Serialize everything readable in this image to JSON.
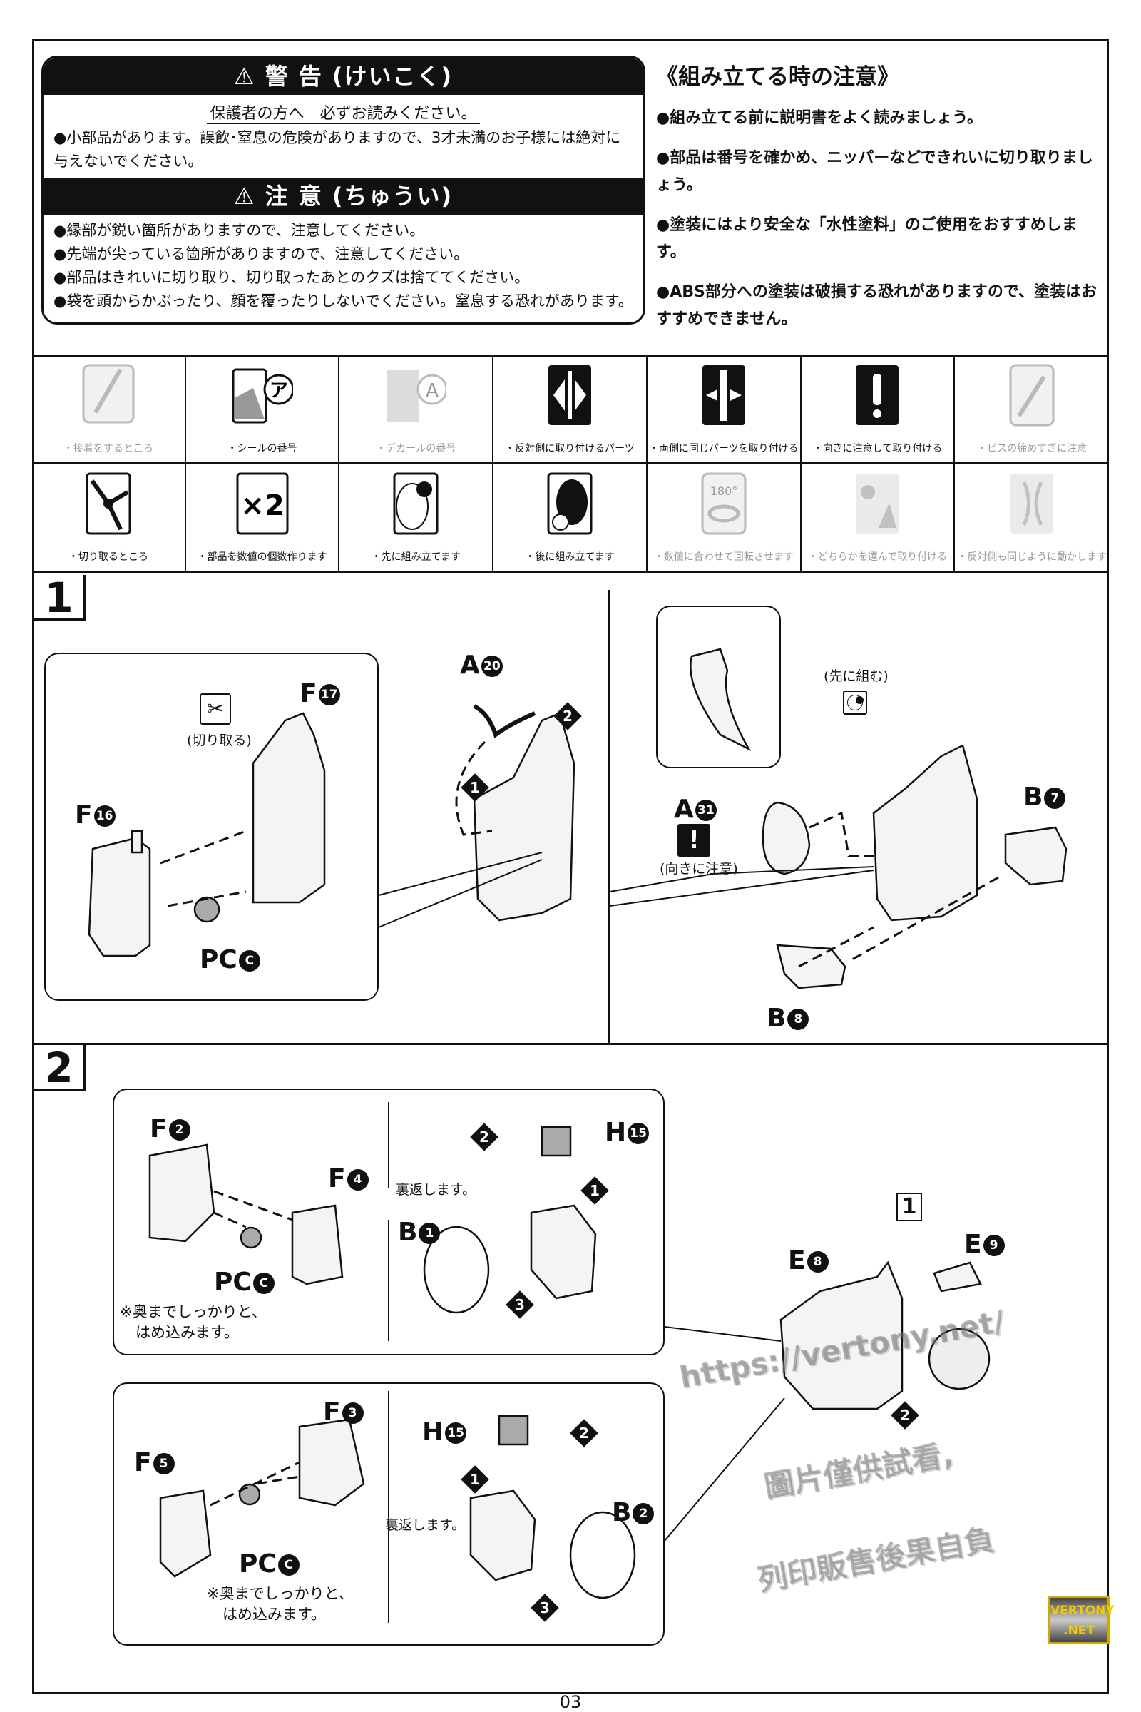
{
  "warning": {
    "title": "⚠ 警 告 (けいこく)",
    "subtitle": "保護者の方へ　必ずお読みください。",
    "text": "●小部品があります。誤飲･窒息の危険がありますので、3才未満のお子様には絶対に与えないでください。"
  },
  "caution": {
    "title": "⚠ 注 意 (ちゅうい)",
    "items": [
      "●縁部が鋭い箇所がありますので、注意してください。",
      "●先端が尖っている箇所がありますので、注意してください。",
      "●部品はきれいに切り取り、切り取ったあとのクズは捨ててください。",
      "●袋を頭からかぶったり、顔を覆ったりしないでください。窒息する恐れがあります。"
    ]
  },
  "assembly_notes": {
    "title": "《組み立てる時の注意》",
    "items": [
      "●組み立てる前に説明書をよく読みましょう。",
      "●部品は番号を確かめ、ニッパーなどできれいに切り取りましょう。",
      "●塗装にはより安全な「水性塗料」のご使用をおすすめします。",
      "●ABS部分への塗装は破損する恐れがありますので、塗装はおすすめできません。"
    ]
  },
  "legend": [
    {
      "icon": "glue-brush-icon",
      "label": "・接着をするところ",
      "faded": true
    },
    {
      "icon": "sticker-number-icon",
      "label": "・シールの番号",
      "faded": false
    },
    {
      "icon": "decal-number-icon",
      "label": "・デカールの番号",
      "faded": true
    },
    {
      "icon": "opposite-side-icon",
      "label": "・反対側に取り付けるパーツ",
      "faded": false
    },
    {
      "icon": "both-sides-icon",
      "label": "・両側に同じパーツを取り付ける",
      "faded": false
    },
    {
      "icon": "exclamation-icon",
      "label": "・向きに注意して取り付ける",
      "faded": false
    },
    {
      "icon": "screw-caution-icon",
      "label": "・ビスの締めすぎに注意",
      "faded": true
    },
    {
      "icon": "nipper-cut-icon",
      "label": "・切り取るところ",
      "faded": false
    },
    {
      "icon": "times-two-icon",
      "label": "・部品を数値の個数作ります",
      "faded": false
    },
    {
      "icon": "assemble-first-icon",
      "label": "・先に組み立てます",
      "faded": false
    },
    {
      "icon": "assemble-later-icon",
      "label": "・後に組み立てます",
      "faded": false
    },
    {
      "icon": "rotate-180-icon",
      "label": "・数値に合わせて回転させます",
      "faded": true
    },
    {
      "icon": "choose-one-icon",
      "label": "・どちらかを選んで取り付ける",
      "faded": true
    },
    {
      "icon": "move-same-icon",
      "label": "・反対側も同じように動かします",
      "faded": true
    }
  ],
  "step1": {
    "number": "1",
    "f17": {
      "letter": "F",
      "num": "17"
    },
    "f16": {
      "letter": "F",
      "num": "16"
    },
    "pcc": {
      "letter": "PC",
      "num": "C"
    },
    "cut_note": "(切り取る)",
    "a20": {
      "letter": "A",
      "num": "20"
    },
    "a31": {
      "letter": "A",
      "num": "31"
    },
    "orientation_note": "(向きに注意)",
    "first_note": "(先に組む)",
    "b7": {
      "letter": "B",
      "num": "7"
    },
    "b8": {
      "letter": "B",
      "num": "8"
    },
    "seq": [
      "1",
      "2"
    ]
  },
  "step2": {
    "number": "2",
    "f2": {
      "letter": "F",
      "num": "2"
    },
    "f4": {
      "letter": "F",
      "num": "4"
    },
    "f3": {
      "letter": "F",
      "num": "3"
    },
    "f5": {
      "letter": "F",
      "num": "5"
    },
    "pcc": {
      "letter": "PC",
      "num": "C"
    },
    "press_note_1": "※奥までしっかりと、",
    "press_note_2": "はめ込みます。",
    "flip_note": "裏返します。",
    "h15": {
      "letter": "H",
      "num": "15"
    },
    "b1": {
      "letter": "B",
      "num": "1"
    },
    "b2": {
      "letter": "B",
      "num": "2"
    },
    "e8": {
      "letter": "E",
      "num": "8"
    },
    "e9": {
      "letter": "E",
      "num": "9"
    },
    "ref": "1",
    "seq": [
      "1",
      "2",
      "3"
    ]
  },
  "watermark": [
    "https://vertony.net/",
    "圖片僅供試看,",
    "列印販售後果自負"
  ],
  "logo": [
    "VERTONY",
    ".NET"
  ],
  "page_number": "03"
}
